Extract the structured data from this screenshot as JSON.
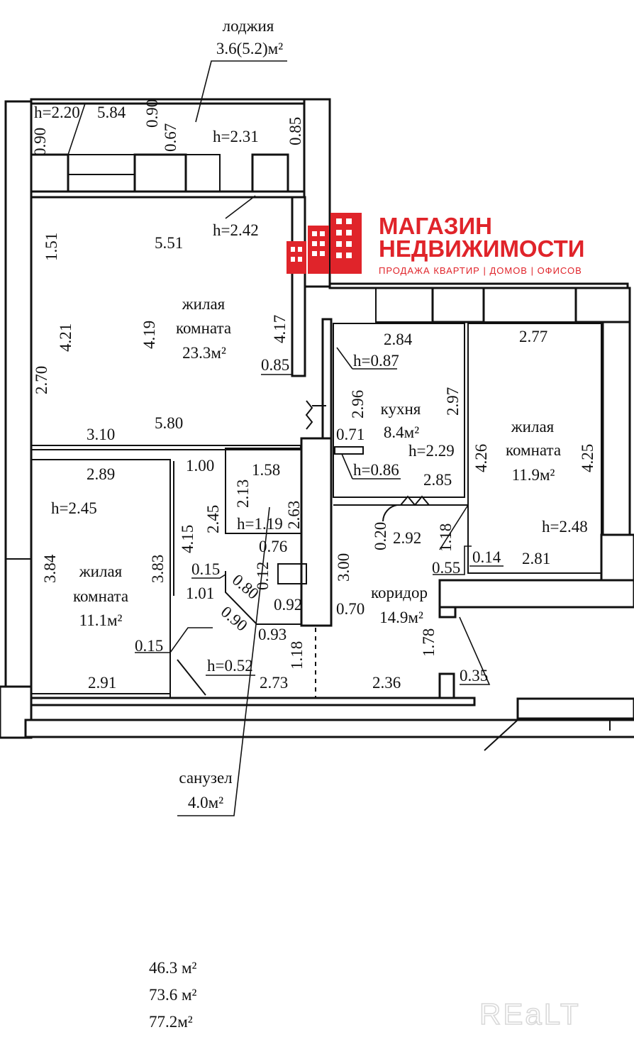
{
  "logo": {
    "line1": "МАГАЗИН",
    "line2": "НЕДВИЖИМОСТИ",
    "tagline": "ПРОДАЖА КВАРТИР | ДОМОВ | ОФИСОВ",
    "color": "#e0242a"
  },
  "watermark": "REaLT",
  "rooms": {
    "loggia": {
      "name": "лоджия",
      "area": "3.6(5.2)м²"
    },
    "living_big": {
      "name1": "жилая",
      "name2": "комната",
      "area": "23.3м²"
    },
    "kitchen": {
      "name": "кухня",
      "area": "8.4м²"
    },
    "living_right": {
      "name1": "жилая",
      "name2": "комната",
      "area": "11.9м²"
    },
    "living_left": {
      "name1": "жилая",
      "name2": "комната",
      "area": "11.1м²"
    },
    "corridor": {
      "name": "коридор",
      "area": "14.9м²"
    },
    "bathroom": {
      "name": "санузел",
      "area": "4.0м²"
    }
  },
  "dims": {
    "d01": "h=2.20",
    "d02": "5.84",
    "d03": "0.90",
    "d04": "0.67",
    "d05": "h=2.31",
    "d06": "0.85",
    "d07": "0.90",
    "d08": "1.51",
    "d09": "5.51",
    "d10": "h=2.42",
    "d11": "4.21",
    "d12": "4.19",
    "d13": "4.17",
    "d14": "0.85",
    "d15": "2.70",
    "d16": "3.10",
    "d17": "5.80",
    "d18": "2.84",
    "d19": "h=0.87",
    "d20": "2.96",
    "d21": "2.97",
    "d22": "0.71",
    "d23": "h=2.29",
    "d24": "h=0.86",
    "d25": "2.85",
    "d26": "2.77",
    "d27": "4.26",
    "d28": "4.25",
    "d29": "h=2.48",
    "d30": "0.14",
    "d31": "2.81",
    "d32": "0.55",
    "d33": "2.89",
    "d34": "1.00",
    "d35": "2.13",
    "d36": "1.58",
    "d37": "h=2.45",
    "d38": "2.45",
    "d39": "h=1.19",
    "d40": "2.63",
    "d41": "0.76",
    "d42": "4.15",
    "d43": "3.84",
    "d44": "3.83",
    "d45": "0.15",
    "d46": "0.80",
    "d47": "0.12",
    "d48": "1.01",
    "d49": "0.92",
    "d50": "0.90",
    "d51": "0.93",
    "d52": "0.70",
    "d53": "0.20",
    "d54": "2.92",
    "d55": "1.18",
    "d56": "3.00",
    "d57": "1.78",
    "d58": "0.15",
    "d59": "h=0.52",
    "d60": "2.73",
    "d61": "1.18",
    "d62": "2.91",
    "d63": "2.36",
    "d64": "0.35"
  },
  "totals": {
    "t1": "46.3 м²",
    "t2": "73.6 м²",
    "t3": "77.2м²"
  }
}
